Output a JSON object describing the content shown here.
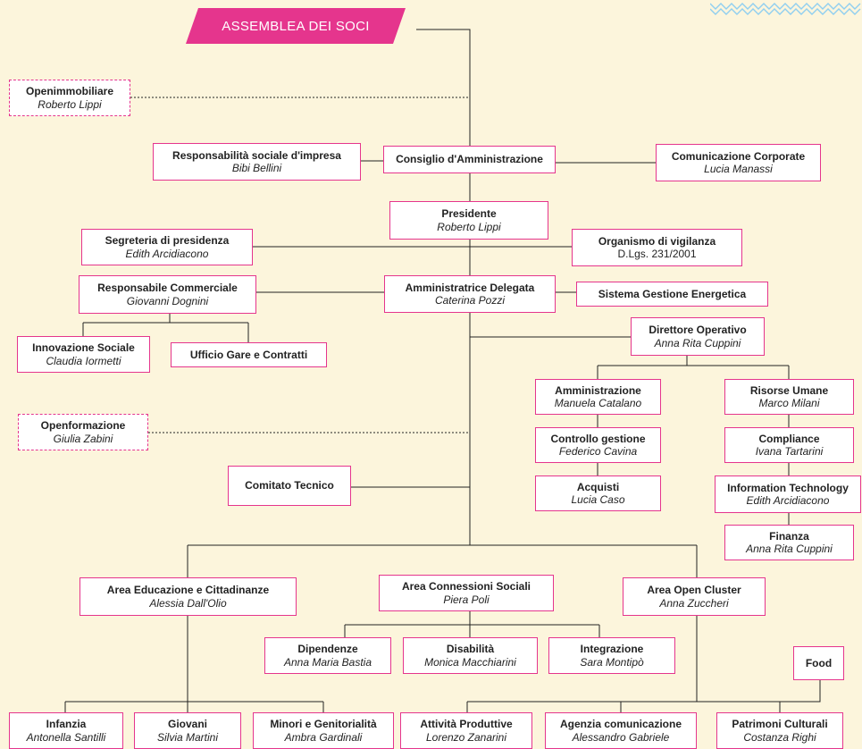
{
  "colors": {
    "accent": "#e5358d",
    "background": "#fcf5dc",
    "line": "#222222"
  },
  "banner": "ASSEMBLEA DEI SOCI",
  "openimmobiliare": {
    "title": "Openimmobiliare",
    "person": "Roberto Lippi"
  },
  "rsi": {
    "title": "Responsabilità sociale d'impresa",
    "person": "Bibi Bellini"
  },
  "cda": {
    "title": "Consiglio d'Amministrazione"
  },
  "comunicazione": {
    "title": "Comunicazione Corporate",
    "person": "Lucia Manassi"
  },
  "presidente": {
    "title": "Presidente",
    "person": "Roberto Lippi"
  },
  "segreteria": {
    "title": "Segreteria di presidenza",
    "person": "Edith Arcidiacono"
  },
  "organismo": {
    "title": "Organismo di vigilanza",
    "person": "D.Lgs. 231/2001"
  },
  "commerciale": {
    "title": "Responsabile Commerciale",
    "person": "Giovanni Dognini"
  },
  "ad": {
    "title": "Amministratrice Delegata",
    "person": "Caterina Pozzi"
  },
  "sge": {
    "title": "Sistema Gestione Energetica"
  },
  "innovazione": {
    "title": "Innovazione Sociale",
    "person": "Claudia Iormetti"
  },
  "gare": {
    "title": "Ufficio Gare e Contratti"
  },
  "direttore": {
    "title": "Direttore Operativo",
    "person": "Anna Rita Cuppini"
  },
  "amministrazione": {
    "title": "Amministrazione",
    "person": "Manuela Catalano"
  },
  "risorse": {
    "title": "Risorse Umane",
    "person": "Marco Milani"
  },
  "controllo": {
    "title": "Controllo gestione",
    "person": "Federico Cavina"
  },
  "compliance": {
    "title": "Compliance",
    "person": "Ivana Tartarini"
  },
  "acquisti": {
    "title": "Acquisti",
    "person": "Lucia Caso"
  },
  "it": {
    "title": "Information Technology",
    "person": "Edith Arcidiacono"
  },
  "finanza": {
    "title": "Finanza",
    "person": "Anna Rita Cuppini"
  },
  "openformazione": {
    "title": "Openformazione",
    "person": "Giulia Zabini"
  },
  "comitato": {
    "title": "Comitato Tecnico"
  },
  "educazione": {
    "title": "Area Educazione e Cittadinanze",
    "person": "Alessia Dall'Olio"
  },
  "connessioni": {
    "title": "Area Connessioni Sociali",
    "person": "Piera Poli"
  },
  "cluster": {
    "title": "Area Open Cluster",
    "person": "Anna Zuccheri"
  },
  "dipendenze": {
    "title": "Dipendenze",
    "person": "Anna Maria Bastia"
  },
  "disabilita": {
    "title": "Disabilità",
    "person": "Monica Macchiarini"
  },
  "integrazione": {
    "title": "Integrazione",
    "person": "Sara Montipò"
  },
  "food": {
    "title": "Food"
  },
  "infanzia": {
    "title": "Infanzia",
    "person": "Antonella Santilli"
  },
  "giovani": {
    "title": "Giovani",
    "person": "Silvia Martini"
  },
  "minori": {
    "title": "Minori e Genitorialità",
    "person": "Ambra Gardinali"
  },
  "attivita": {
    "title": "Attività Produttive",
    "person": "Lorenzo Zanarini"
  },
  "agenzia": {
    "title": "Agenzia comunicazione",
    "person": "Alessandro Gabriele"
  },
  "patrimoni": {
    "title": "Patrimoni Culturali",
    "person": "Costanza Righi"
  }
}
